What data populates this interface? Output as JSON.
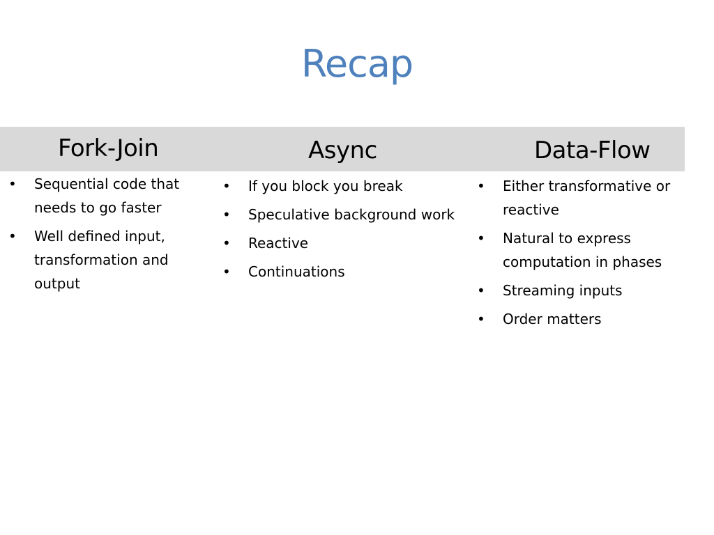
{
  "slide": {
    "title": "Recap",
    "columns": [
      {
        "heading": "Fork-Join",
        "items": [
          "Sequential code that needs to go faster",
          "Well defined input, transformation and output"
        ]
      },
      {
        "heading": "Async",
        "items": [
          "If you block you break",
          "Speculative background work",
          "Reactive",
          "Continuations"
        ]
      },
      {
        "heading": "Data-Flow",
        "items": [
          "Either transformative or reactive",
          "Natural to express computation in phases",
          "Streaming inputs",
          "Order matters"
        ]
      }
    ],
    "colors": {
      "title": "#4f81bd",
      "header_band": "#d9d9d9",
      "text": "#000000"
    }
  }
}
